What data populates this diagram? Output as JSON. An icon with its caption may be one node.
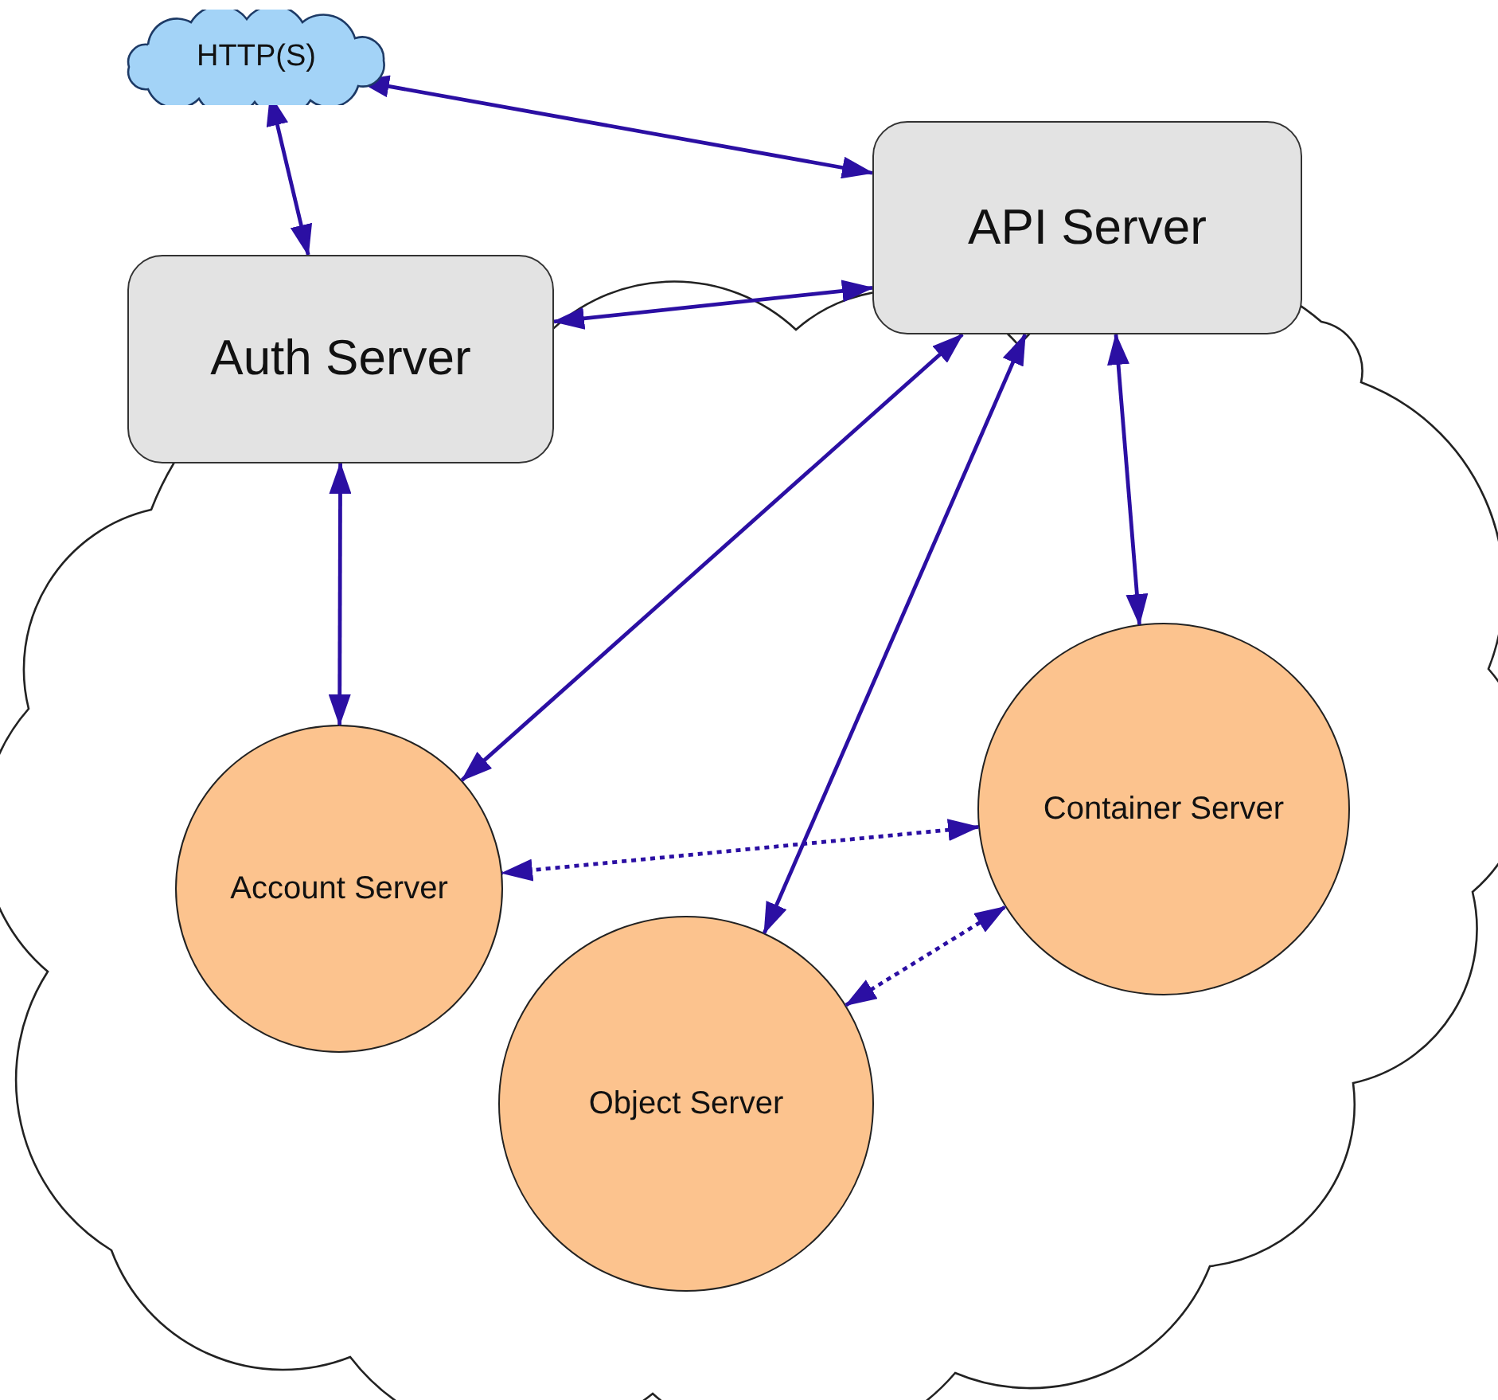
{
  "diagram": {
    "nodes": [
      {
        "text": [
          "HTTP(S)"
        ]
      },
      {
        "text": [
          "API Server"
        ]
      },
      {
        "text": [
          "Auth Server"
        ]
      },
      {
        "text": [],
        "shape": "cloud"
      },
      {
        "text": [
          "Account Server"
        ],
        "in": 3
      },
      {
        "text": [
          "Container Server"
        ],
        "in": 3
      },
      {
        "text": [
          "Object Server"
        ],
        "in": 3
      }
    ],
    "edges": [
      {
        "from": 0,
        "to": 1,
        "arrow": "both"
      },
      {
        "from": 0,
        "to": 2,
        "arrow": "both"
      },
      {
        "from": 1,
        "to": 2,
        "arrow": "both"
      },
      {
        "from": 1,
        "to": 4,
        "arrow": "both"
      },
      {
        "from": 1,
        "to": 6,
        "arrow": "both"
      },
      {
        "from": 1,
        "to": 5,
        "arrow": "both"
      },
      {
        "from": 2,
        "to": 4,
        "arrow": "both"
      },
      {
        "from": 5,
        "to": 4,
        "arrow": "both",
        "style": "dashed"
      },
      {
        "from": 6,
        "to": 5,
        "arrow": "both",
        "style": "dashed"
      }
    ]
  }
}
